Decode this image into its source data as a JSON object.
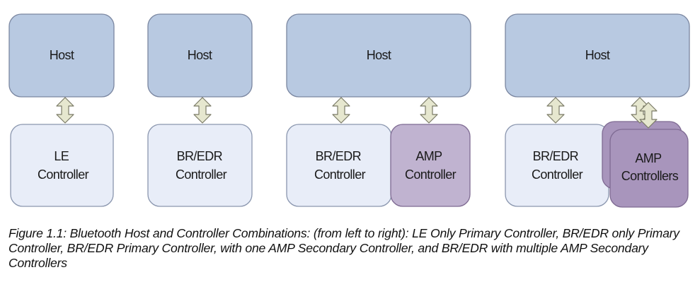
{
  "colors": {
    "host_fill": "#b8c9e1",
    "host_stroke": "#7a86a0",
    "controller_fill": "#e8edf8",
    "controller_stroke": "#8a96ae",
    "amp_fill": "#c0b3d0",
    "amp_dark_fill": "#a895bc",
    "amp_stroke": "#7e6a92",
    "arrow_fill": "#e6e7cf",
    "arrow_stroke": "#7a7a66"
  },
  "diagram": {
    "col1": {
      "host": "Host",
      "controller": [
        "LE",
        "Controller"
      ]
    },
    "col2": {
      "host": "Host",
      "controller": [
        "BR/EDR",
        "Controller"
      ]
    },
    "col3": {
      "host": "Host",
      "controller": [
        "BR/EDR",
        "Controller"
      ],
      "amp": [
        "AMP",
        "Controller"
      ]
    },
    "col4": {
      "host": "Host",
      "controller": [
        "BR/EDR",
        "Controller"
      ],
      "amp": [
        "AMP",
        "Controllers"
      ]
    }
  },
  "caption": "Figure 1.1:  Bluetooth Host and Controller Combinations: (from left to right): LE Only Primary Controller, BR/EDR only Primary Controller, BR/EDR Primary Controller, with one AMP Secondary Controller, and BR/EDR with multiple AMP Secondary Controllers"
}
